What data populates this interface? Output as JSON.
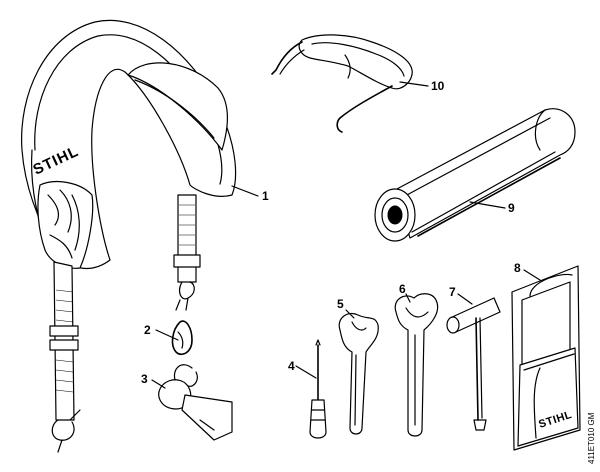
{
  "diagram": {
    "brand_label": "STIHL",
    "drawing_number": "411ET010 GM",
    "parts": [
      {
        "number": "1",
        "name": "harness"
      },
      {
        "number": "2",
        "name": "carabiner"
      },
      {
        "number": "3",
        "name": "clamp"
      },
      {
        "number": "4",
        "name": "screwdriver"
      },
      {
        "number": "5",
        "name": "open-end-wrench"
      },
      {
        "number": "6",
        "name": "open-end-wrench"
      },
      {
        "number": "7",
        "name": "combination-wrench"
      },
      {
        "number": "8",
        "name": "tool-pouch"
      },
      {
        "number": "9",
        "name": "roll-up-bag"
      },
      {
        "number": "10",
        "name": "safety-glasses"
      }
    ]
  }
}
